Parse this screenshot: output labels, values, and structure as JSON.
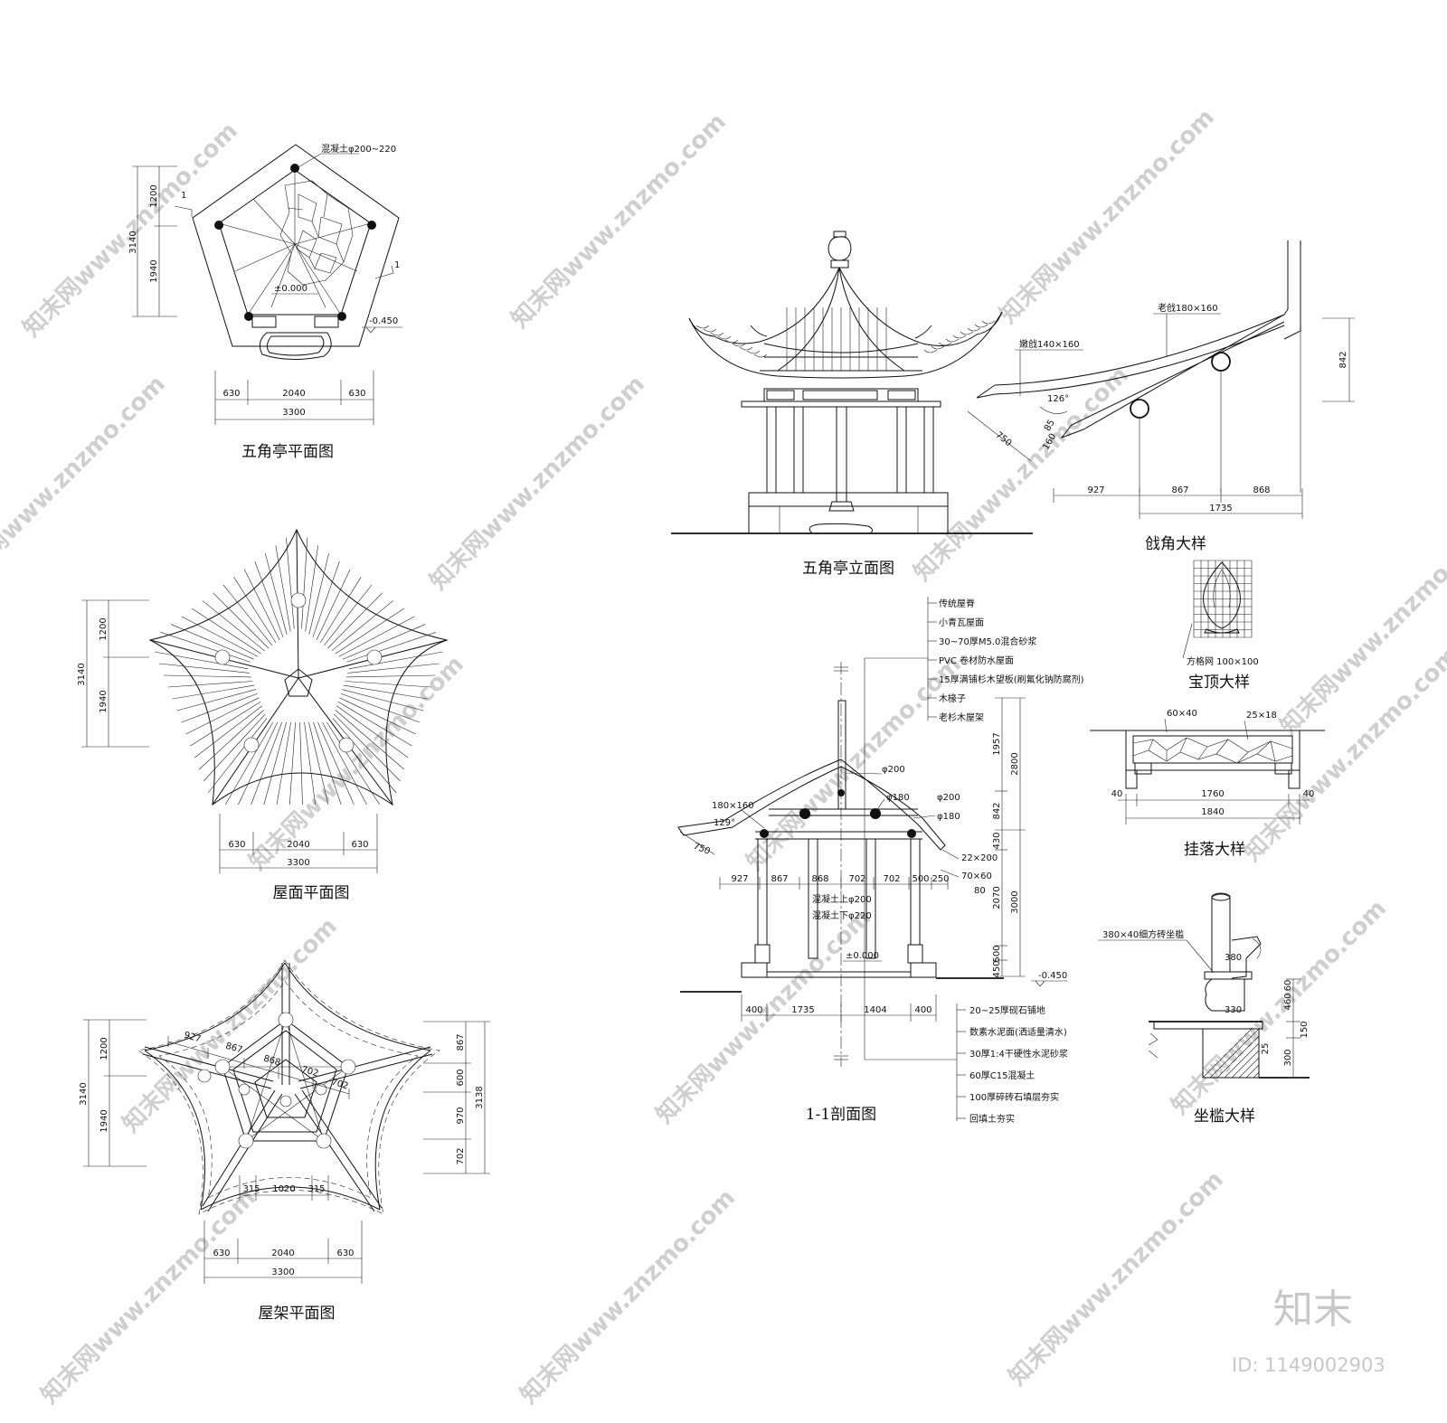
{
  "titles": {
    "plan": "五角亭平面图",
    "roof_plan": "屋面平面图",
    "frame_plan": "屋架平面图",
    "elevation": "五角亭立面图",
    "corner_detail": "戗角大样",
    "finial_detail": "宝顶大样",
    "hanging_detail": "挂落大样",
    "section": "1-1剖面图",
    "bench_detail": "坐槛大样"
  },
  "plan": {
    "note_column": "混凝土φ200~220",
    "level_floor": "±0.000",
    "level_ground": "-0.450",
    "section_mark": "1",
    "dims_v": [
      "3140",
      "1200",
      "1940"
    ],
    "dims_h": [
      "630",
      "2040",
      "630",
      "3300"
    ]
  },
  "roof_plan": {
    "dims_v": [
      "3140",
      "1200",
      "1940"
    ],
    "dims_h": [
      "630",
      "2040",
      "630",
      "3300"
    ]
  },
  "frame_plan": {
    "dims_v_left": [
      "3140",
      "1200",
      "1940"
    ],
    "dims_v_right": [
      "867",
      "600",
      "970",
      "702",
      "3138"
    ],
    "dims_h": [
      "630",
      "2040",
      "630",
      "3300"
    ],
    "dims_inner": [
      "315",
      "1020",
      "315"
    ],
    "dims_diag": [
      "927",
      "867",
      "868",
      "702",
      "702"
    ]
  },
  "corner": {
    "old_rafter": "老戗180×160",
    "young_rafter": "嫩戗140×160",
    "angle": "126°",
    "dims_h": [
      "927",
      "867",
      "868",
      "1735"
    ],
    "dim_v": "842",
    "dims_small": [
      "750",
      "85",
      "160"
    ]
  },
  "finial": {
    "note": "方格网 100×100"
  },
  "hanging": {
    "dims": [
      "60×40",
      "25×18",
      "40",
      "1760",
      "40",
      "1840"
    ]
  },
  "section": {
    "roof_layers": [
      "传统屋脊",
      "小青瓦屋面",
      "30~70厚M5.0混合砂浆",
      "PVC 卷材防水屋面",
      "15厚满铺杉木望板(刷氟化钠防腐剂)",
      "木椽子",
      "老杉木屋架"
    ],
    "members": [
      "φ200",
      "φ180",
      "φ200",
      "φ180",
      "180×160",
      "129°",
      "750",
      "22×200",
      "70×60",
      "80"
    ],
    "column_notes": [
      "混凝土上φ200",
      "混凝土下φ220"
    ],
    "level_floor": "±0.000",
    "level_ground": "-0.450",
    "dims_top": [
      "927",
      "867",
      "868",
      "702",
      "702",
      "500",
      "250"
    ],
    "dims_bottom": [
      "400",
      "1735",
      "1404",
      "400"
    ],
    "dims_v1": [
      "1957",
      "842",
      "430",
      "2070",
      "500",
      "450"
    ],
    "dims_v2": [
      "2800",
      "3000"
    ],
    "floor_layers": [
      "20~25厚砚石铺地",
      "数素水泥面(洒适量清水)",
      "30厚1:4干硬性水泥砂浆",
      "60厚C15混凝土",
      "100厚碎砖石填层夯实",
      "回填土夯实"
    ]
  },
  "bench": {
    "note": "380×40细方砖坐槛",
    "dims": [
      "380",
      "330",
      "460",
      "60",
      "150",
      "300",
      "25"
    ]
  },
  "watermark": {
    "text": "知末网www.znzmo.com",
    "logo": "知末",
    "id": "ID: 1149002903"
  }
}
